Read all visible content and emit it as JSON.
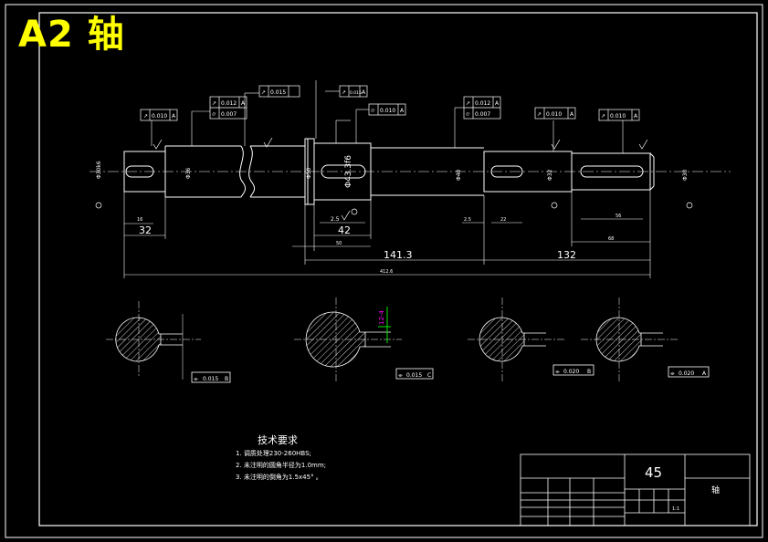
{
  "title": "A2  轴",
  "colors": {
    "background": "#000000",
    "lines": "#ffffff",
    "centerline": "#ffffff",
    "title": "#ffff00",
    "highlight": "#ff00ff",
    "accent": "#00ff00"
  },
  "dimensions": {
    "d32": "32",
    "d42": "42",
    "d141_3": "141.3",
    "d132": "132"
  },
  "tolerances": {
    "runout_0010": "0.010",
    "runout_0012": "0.012",
    "runout_0015": "0.015",
    "cyl_0007": "0.007",
    "sym_0015": "0.015",
    "sym_0020": "0.020"
  },
  "datums": {
    "A": "A",
    "B": "B",
    "C": "C"
  },
  "section_dims": {
    "keyway_depth": "12-4"
  },
  "tech_requirements": {
    "heading": "技术要求",
    "items": [
      "1. 调质处理230-260HBS;",
      "2. 未注明的圆角半径为1.0mm;",
      "3. 未注明的倒角为1.5x45° 。"
    ]
  },
  "title_block": {
    "material": "45",
    "part_name": "轴",
    "scale": "1:1"
  }
}
